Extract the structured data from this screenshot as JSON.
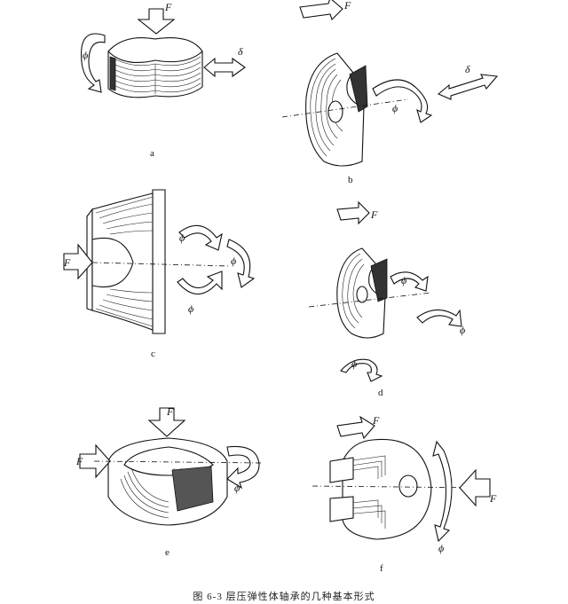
{
  "labels": {
    "force": "F",
    "displacement": "δ",
    "rotation": "ϕ"
  },
  "panels": [
    "a",
    "b",
    "c",
    "d",
    "e",
    "f"
  ],
  "caption": "图 6-3  层压弹性体轴承的几种基本形式"
}
